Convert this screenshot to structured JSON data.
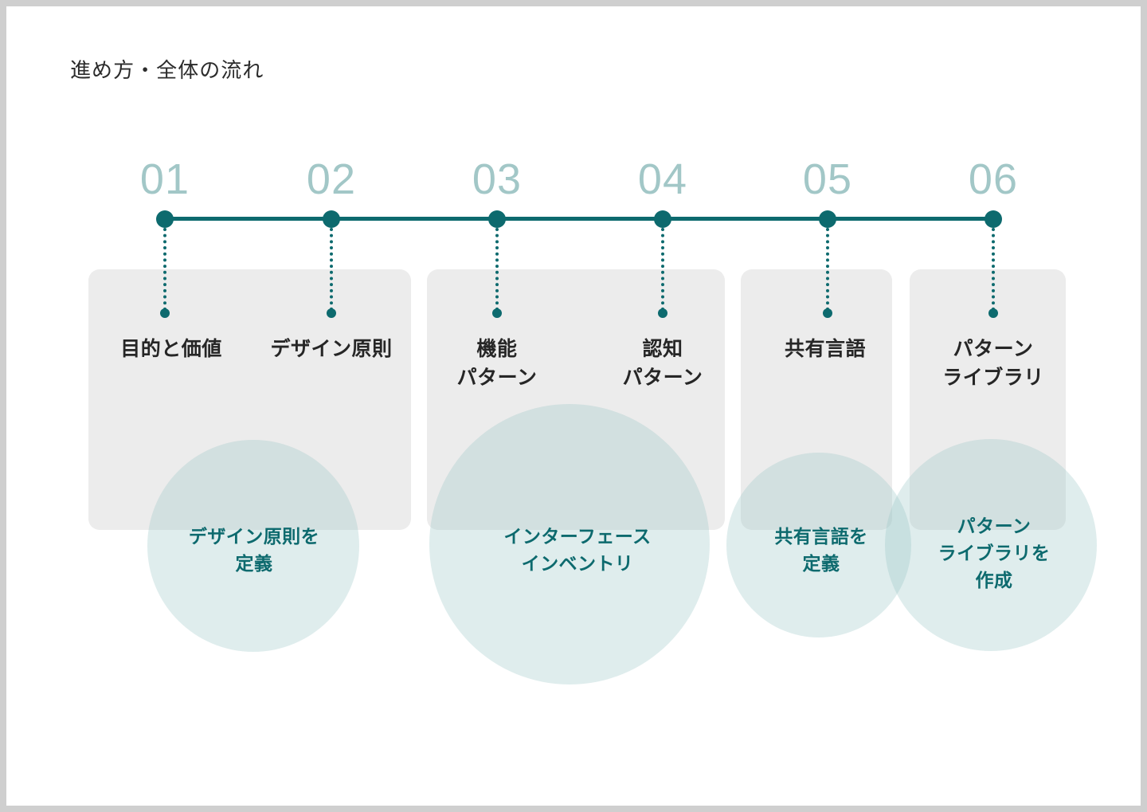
{
  "slide": {
    "title": "進め方・全体の流れ",
    "background_color": "#ffffff",
    "frame_color": "#cfcfcf"
  },
  "colors": {
    "accent_teal": "#0d6a6e",
    "number_teal": "#a2c7c7",
    "card_gray": "#ececec",
    "bubble_fill": "rgba(150,195,196,0.30)",
    "title_text": "#2b2b2b",
    "step_text": "#262626"
  },
  "timeline": {
    "milestones": [
      {
        "number": "01",
        "step_line1": "目的と価値",
        "step_line2": ""
      },
      {
        "number": "02",
        "step_line1": "デザイン原則",
        "step_line2": ""
      },
      {
        "number": "03",
        "step_line1": "機能",
        "step_line2": "パターン"
      },
      {
        "number": "04",
        "step_line1": "認知",
        "step_line2": "パターン"
      },
      {
        "number": "05",
        "step_line1": "共有言語",
        "step_line2": ""
      },
      {
        "number": "06",
        "step_line1": "パターン",
        "step_line2": "ライブラリ"
      }
    ]
  },
  "phase_cards": [
    {
      "name": "phase-card-1"
    },
    {
      "name": "phase-card-2"
    },
    {
      "name": "phase-card-3"
    },
    {
      "name": "phase-card-4"
    }
  ],
  "outcomes": [
    {
      "lines": [
        "デザイン原則を",
        "定義"
      ]
    },
    {
      "lines": [
        "インターフェース",
        "インベントリ"
      ]
    },
    {
      "lines": [
        "共有言語を",
        "定義"
      ]
    },
    {
      "lines": [
        "パターン",
        "ライブラリを",
        "作成"
      ]
    }
  ]
}
